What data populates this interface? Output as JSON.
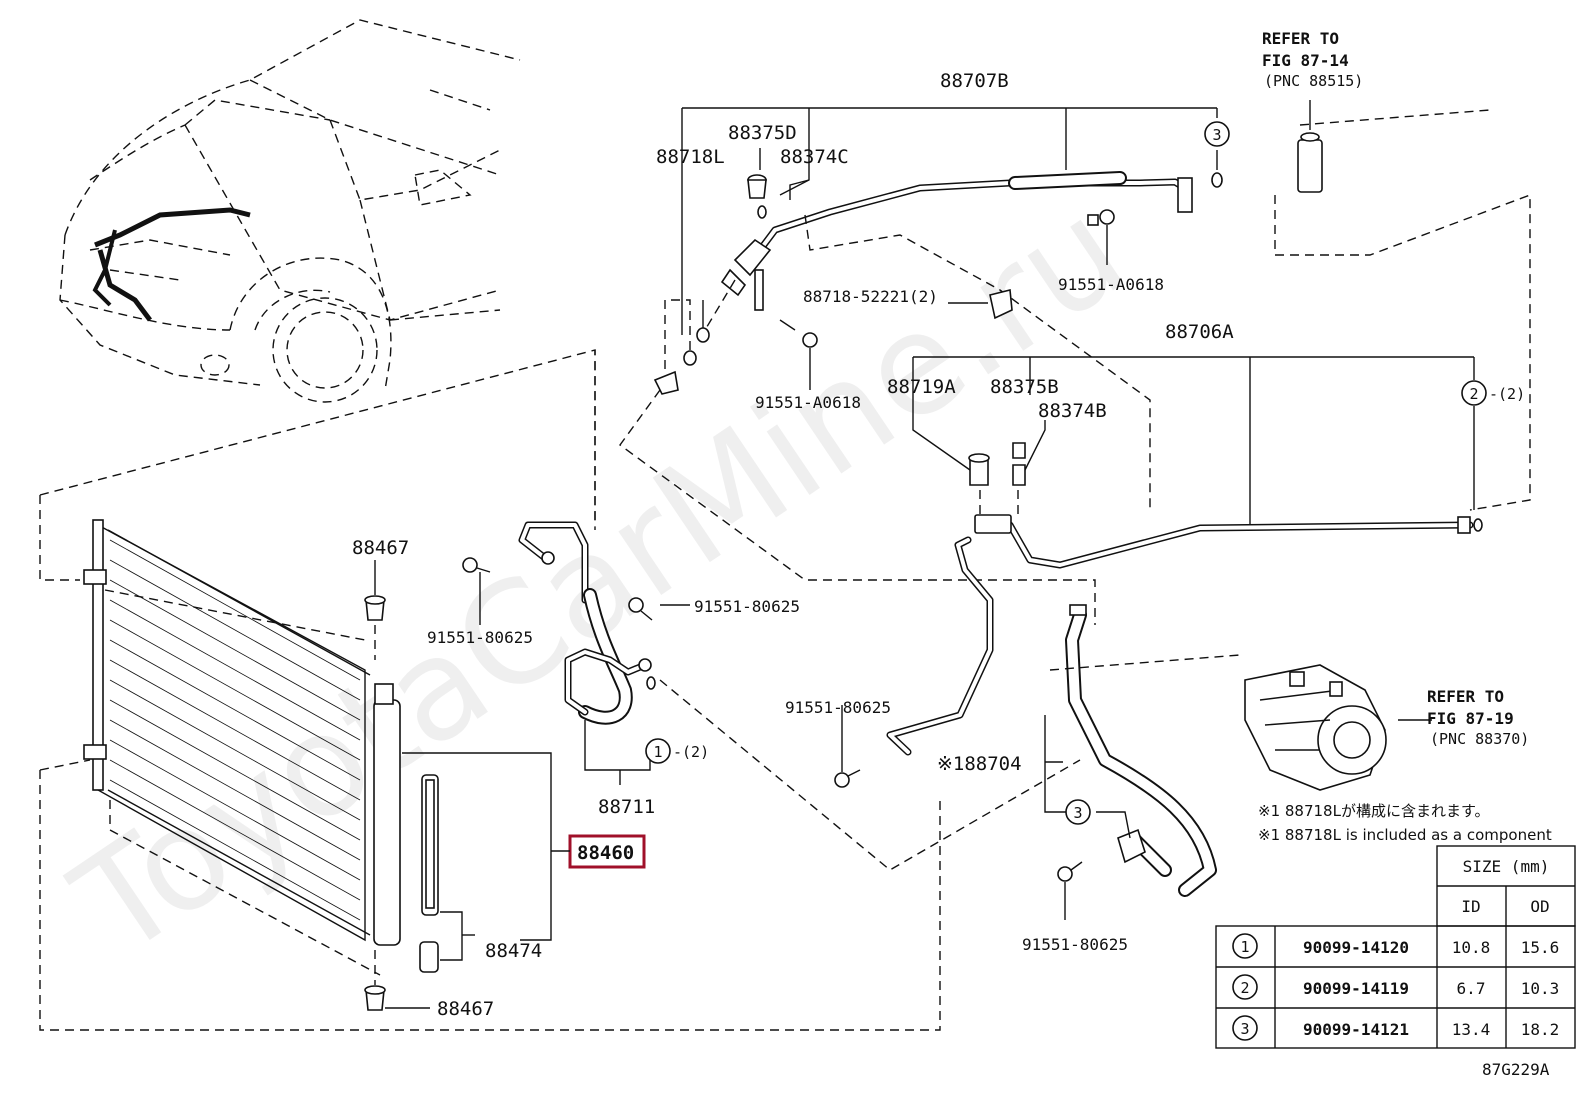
{
  "labels": {
    "assy_88707b": "88707B",
    "refer_14_l1": "REFER TO",
    "refer_14_l2": "FIG 87-14",
    "refer_14_l3": "(PNC 88515)",
    "p_88375d": "88375D",
    "p_88718l": "88718L",
    "p_88374c": "88374C",
    "circ3_top": "3",
    "bolt_a0618_top": "91551-A0618",
    "clip_52221": "88718-52221(2)",
    "bolt_a0618_left": "91551-A0618",
    "assy_88706a": "88706A",
    "p_88719a": "88719A",
    "p_88375b": "88375B",
    "p_88374b": "88374B",
    "circ2_right": "2",
    "circ2_right_qty": "-(2)",
    "p_88467_top": "88467",
    "bolt_80625_a": "91551-80625",
    "bolt_80625_b": "91551-80625",
    "bolt_80625_c": "91551-80625",
    "bolt_80625_d": "91551-80625",
    "circ1_left": "1",
    "circ1_left_qty": "-(2)",
    "p_88711": "88711",
    "p_88460": "88460",
    "p_88474": "88474",
    "p_88467_bot": "88467",
    "p_88704": "※188704",
    "circ3_bot": "3",
    "refer_19_l1": "REFER TO",
    "refer_19_l2": "FIG 87-19",
    "refer_19_l3": "(PNC 88370)",
    "note_jp": "※1 88718Lが構成に含まれます。",
    "note_en": "※1 88718L is included as a component",
    "fig_code": "87G229A",
    "watermark": "ToyotaCarMine.ru"
  },
  "size_table": {
    "header": "SIZE (mm)",
    "col_id": "ID",
    "col_od": "OD",
    "rows": [
      {
        "ref": "1",
        "part": "90099-14120",
        "id": "10.8",
        "od": "15.6"
      },
      {
        "ref": "2",
        "part": "90099-14119",
        "id": "6.7",
        "od": "10.3"
      },
      {
        "ref": "3",
        "part": "90099-14121",
        "id": "13.4",
        "od": "18.2"
      }
    ]
  },
  "colors": {
    "highlight": "#a0102a",
    "line": "#111111"
  }
}
